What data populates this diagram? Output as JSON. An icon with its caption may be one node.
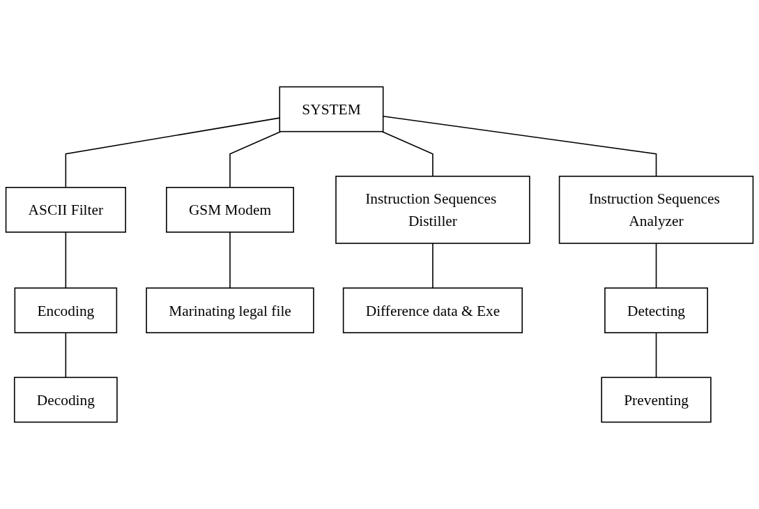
{
  "diagram": {
    "nodes": [
      {
        "text": [
          "SYSTEM"
        ]
      },
      {
        "text": [
          "ASCII Filter"
        ]
      },
      {
        "text": [
          "GSM Modem"
        ]
      },
      {
        "text": [
          "Instruction Sequences Distiller"
        ]
      },
      {
        "text": [
          "Instruction Sequences Analyzer"
        ]
      },
      {
        "text": [
          "Encoding"
        ]
      },
      {
        "text": [
          "Decoding"
        ]
      },
      {
        "text": [
          "Marinating legal file"
        ]
      },
      {
        "text": [
          "Difference data & Exe"
        ]
      },
      {
        "text": [
          "Detecting"
        ]
      },
      {
        "text": [
          "Preventing"
        ]
      }
    ],
    "edges": [
      {
        "from": 0,
        "to": 1,
        "arrow": "none"
      },
      {
        "from": 0,
        "to": 2,
        "arrow": "none"
      },
      {
        "from": 0,
        "to": 3,
        "arrow": "none"
      },
      {
        "from": 0,
        "to": 4,
        "arrow": "none"
      },
      {
        "from": 1,
        "to": 5,
        "arrow": "none"
      },
      {
        "from": 5,
        "to": 6,
        "arrow": "none"
      },
      {
        "from": 2,
        "to": 7,
        "arrow": "none"
      },
      {
        "from": 3,
        "to": 8,
        "arrow": "none"
      },
      {
        "from": 4,
        "to": 9,
        "arrow": "none"
      },
      {
        "from": 9,
        "to": 10,
        "arrow": "none"
      }
    ]
  }
}
